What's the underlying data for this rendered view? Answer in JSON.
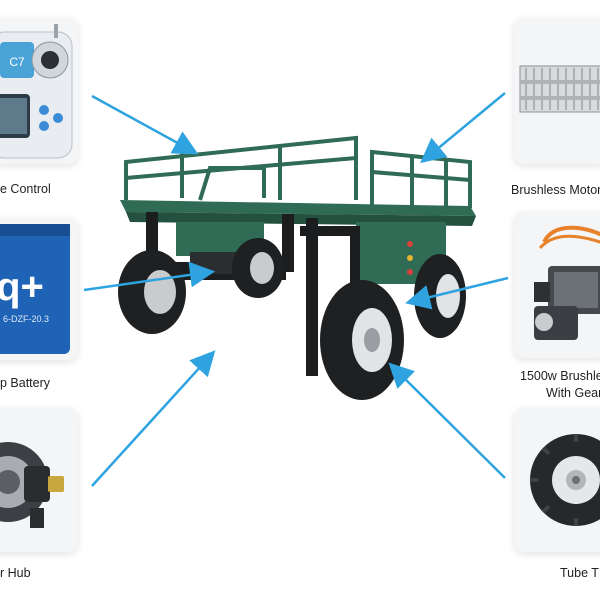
{
  "labels": {
    "remote": "e Control",
    "battery": "p Battery",
    "hub": "r Hub",
    "motor": "Brushless Motor",
    "gear_line1": "1500w Brushle",
    "gear_line2": "With Gear",
    "tire": "Tube T"
  },
  "battery_text": {
    "big": "q+",
    "model": "6-DZF-20.3"
  },
  "remote_text": {
    "screen": "C7"
  },
  "colors": {
    "machine_green": "#2f6b55",
    "arrow": "#2ea3e0",
    "battery_blue": "#1f63b6"
  }
}
